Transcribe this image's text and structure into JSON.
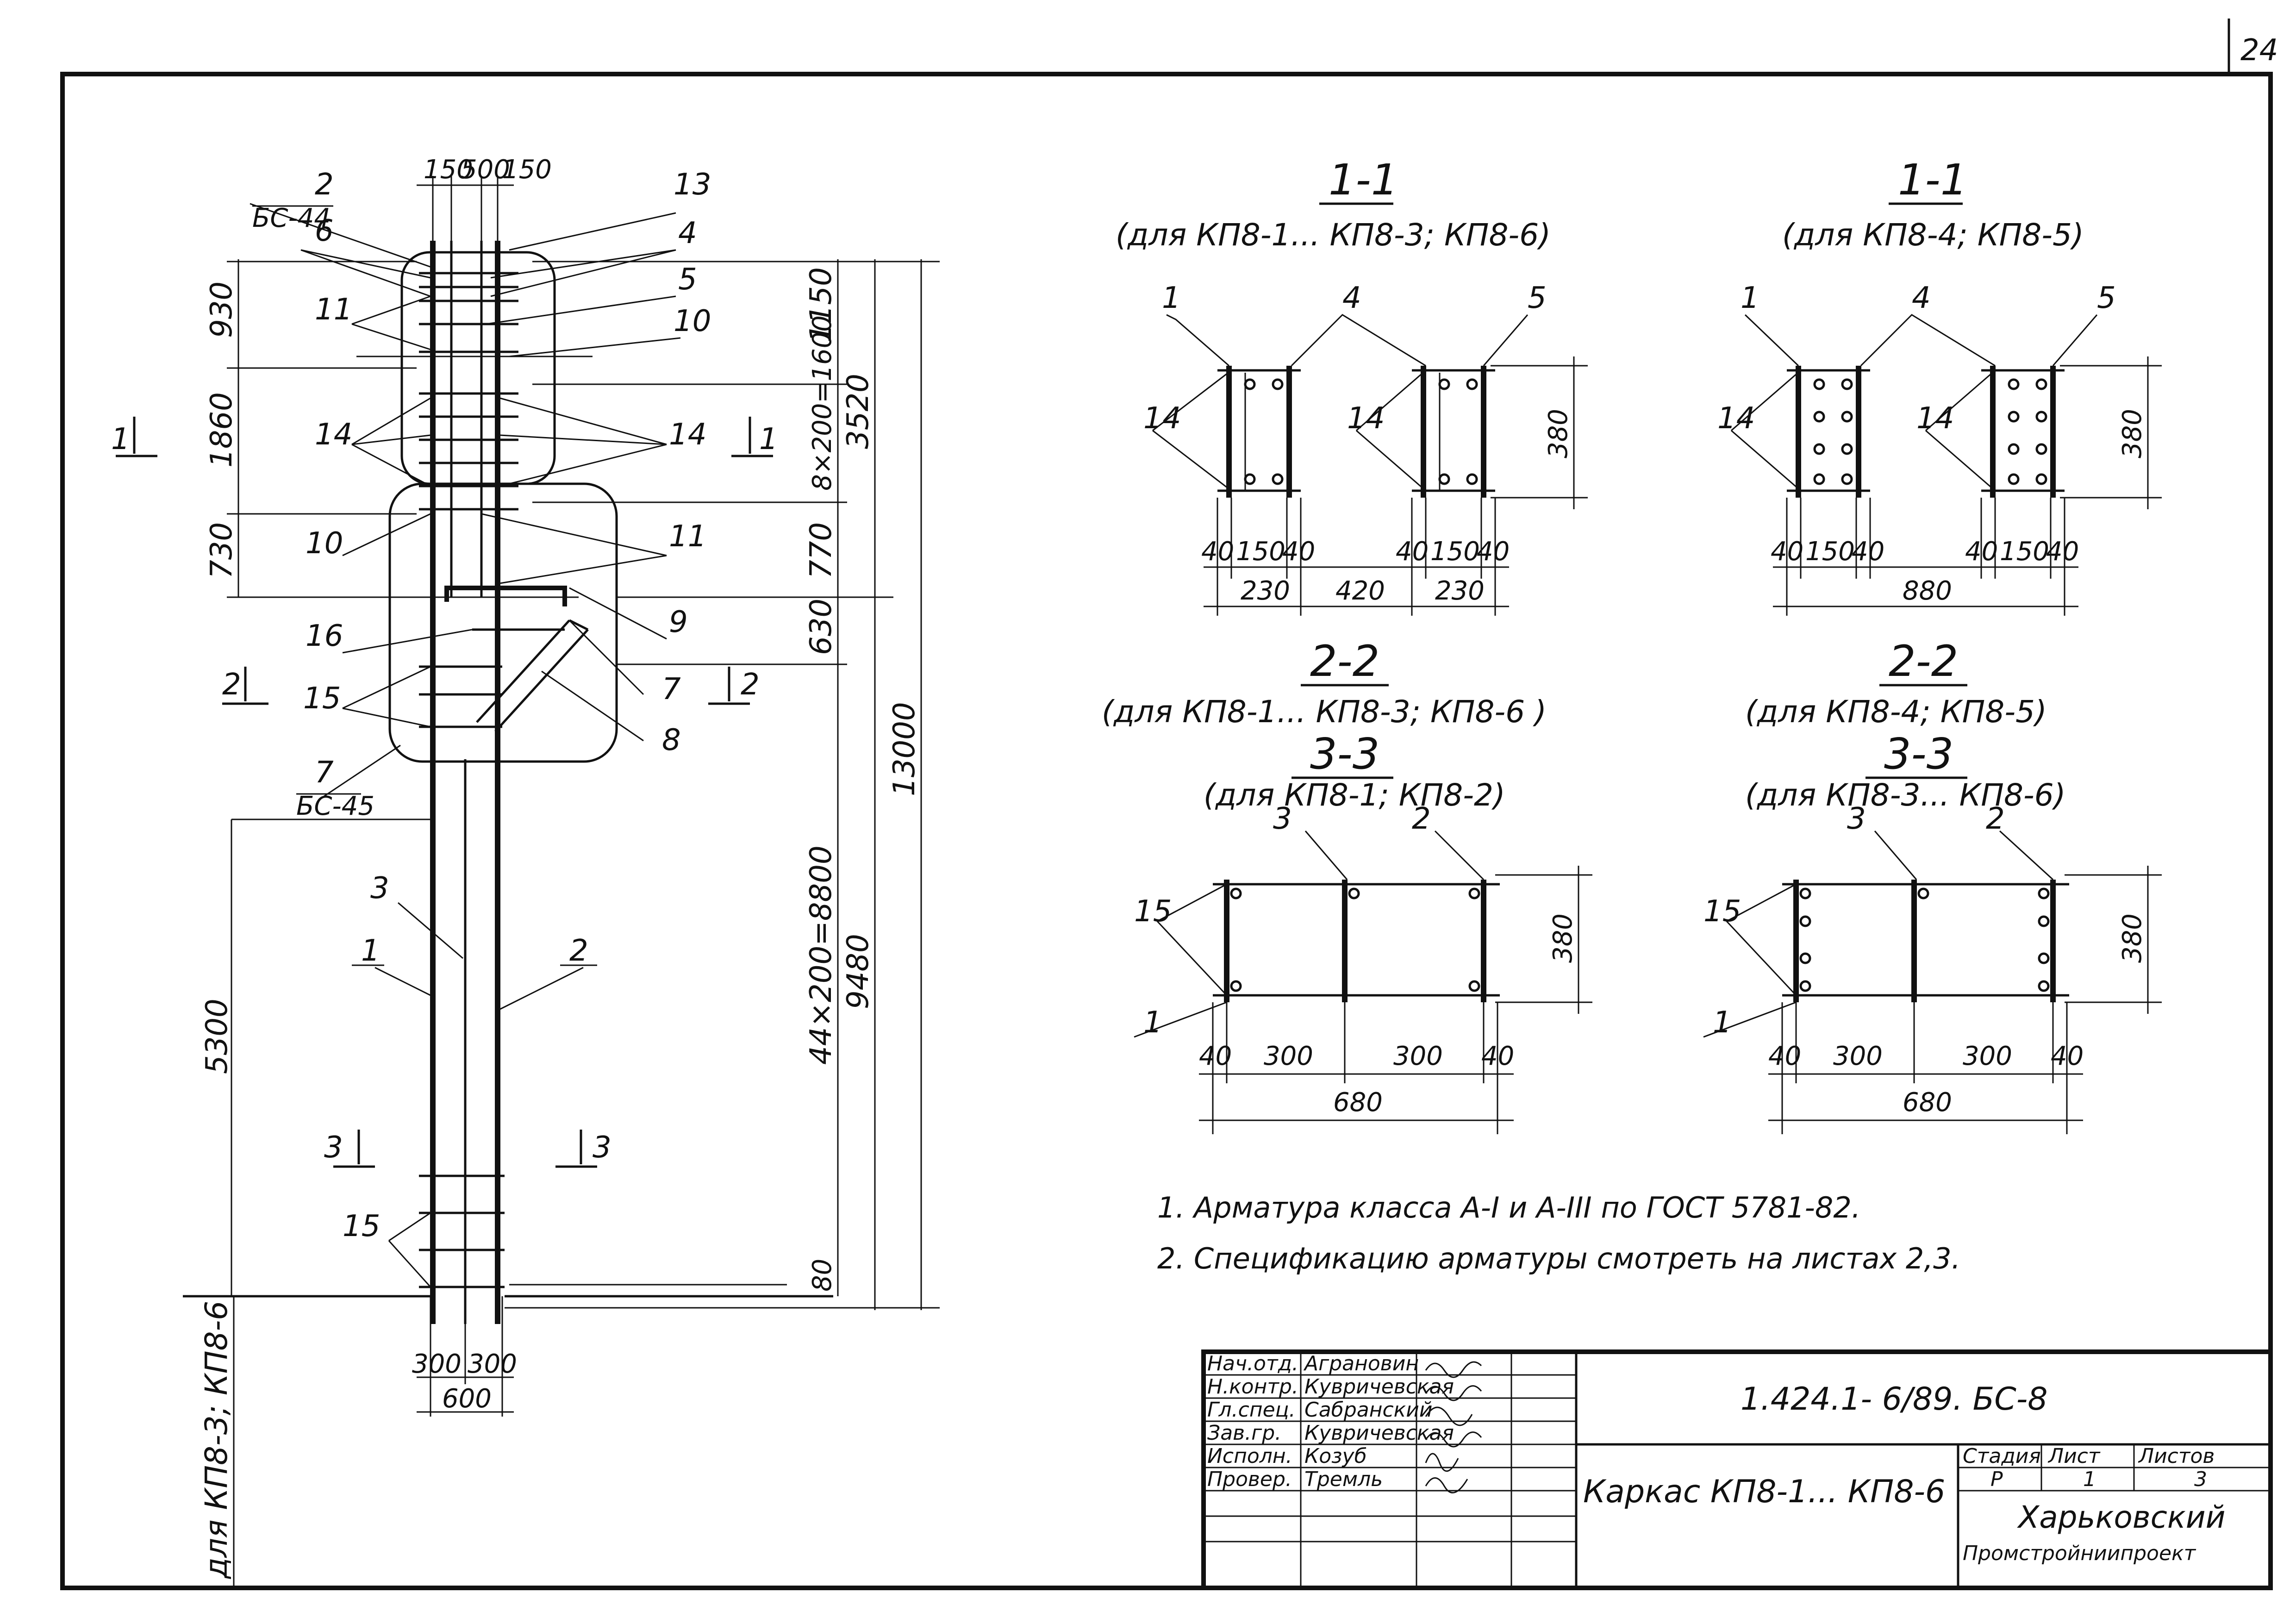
{
  "page_number": "24",
  "left_elevation": {
    "top_dims": [
      "150",
      "500",
      "150"
    ],
    "left_dims": [
      "930",
      "1860",
      "730"
    ],
    "right_dims": [
      "1150",
      "8×200=1600",
      "770",
      "630",
      "44×200=8800",
      "80"
    ],
    "total_dims": [
      "3520",
      "9480",
      "13000"
    ],
    "height_5300": "5300",
    "bottom_dims": [
      "300",
      "300",
      "600"
    ],
    "label_bc44": "БС-44",
    "label_bc45": "БС-45",
    "vertical_note": "для КП8-3; КП8-6",
    "positions": {
      "p1": "1",
      "p2": "2",
      "p3": "3",
      "p4": "4",
      "p5": "5",
      "p6": "6",
      "p7": "7",
      "p8": "8",
      "p9": "9",
      "p10": "10",
      "p11": "11",
      "p13": "13",
      "p14": "14",
      "p15": "15",
      "p16": "16"
    },
    "cut_marks": [
      "1",
      "1",
      "2",
      "2",
      "3",
      "3"
    ]
  },
  "sections": {
    "s11a": {
      "title": "1-1",
      "subtitle": "(для КП8-1... КП8-3; КП8-6)",
      "dims": [
        "40",
        "150",
        "40",
        "40",
        "150",
        "40",
        "230",
        "420",
        "230",
        "380"
      ],
      "labels": [
        "1",
        "4",
        "5",
        "14",
        "14"
      ]
    },
    "s11b": {
      "title": "1-1",
      "subtitle": "(для КП8-4; КП8-5)",
      "dims": [
        "40",
        "150",
        "40",
        "40",
        "150",
        "40",
        "880",
        "380"
      ],
      "labels": [
        "1",
        "4",
        "5",
        "14",
        "14"
      ]
    },
    "s22a": {
      "title": "2-2",
      "subtitle": "(для КП8-1... КП8-3; КП8-6 )"
    },
    "s22b": {
      "title": "2-2",
      "subtitle": "(для КП8-4; КП8-5)"
    },
    "s33a": {
      "title": "3-3",
      "subtitle": "(для КП8-1; КП8-2)",
      "dims": [
        "40",
        "300",
        "300",
        "40",
        "680",
        "380"
      ],
      "labels": [
        "3",
        "2",
        "15",
        "1"
      ]
    },
    "s33b": {
      "title": "3-3",
      "subtitle": "(для КП8-3... КП8-6)",
      "dims": [
        "40",
        "300",
        "300",
        "40",
        "680",
        "380"
      ],
      "labels": [
        "3",
        "2",
        "15",
        "1"
      ]
    }
  },
  "notes": [
    "1. Арматура класса А-I и А-III по ГОСТ 5781-82.",
    "2. Спецификацию арматуры смотреть на листах 2,3."
  ],
  "title_block": {
    "rows": [
      {
        "role": "Нач.отд.",
        "name": "Аграновин"
      },
      {
        "role": "Н.контр.",
        "name": "Кувричевская"
      },
      {
        "role": "Гл.спец.",
        "name": "Сабранский"
      },
      {
        "role": "Зав.гр.",
        "name": "Кувричевская"
      },
      {
        "role": "Исполн.",
        "name": "Козуб"
      },
      {
        "role": "Провер.",
        "name": "Тремль"
      }
    ],
    "code": "1.424.1- 6/89.  БС-8",
    "title": "Каркас КП8-1... КП8-6",
    "stage_label": "Стадия",
    "sheet_label": "Лист",
    "sheets_label": "Листов",
    "stage": "Р",
    "sheet": "1",
    "sheets": "3",
    "org_line1": "Харьковский",
    "org_line2": "Промстройниипроект"
  }
}
